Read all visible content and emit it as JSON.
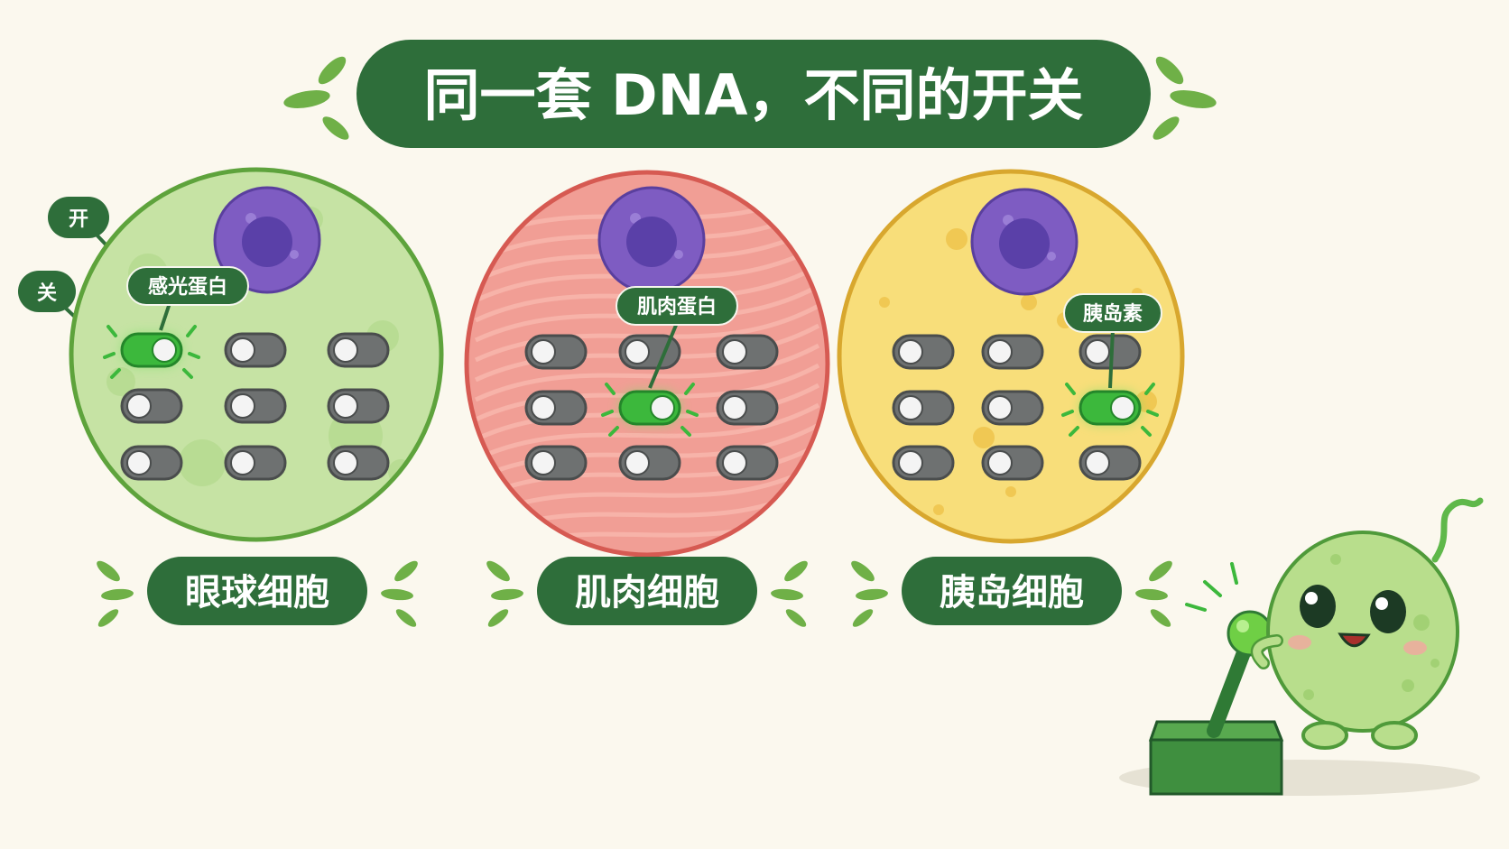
{
  "title": "同一套 DNA，不同的开关",
  "legend": {
    "on": "开",
    "off": "关"
  },
  "cells": [
    {
      "id": "eye",
      "name": "眼球细胞",
      "active_gene": "感光蛋白",
      "active_switch_index": 0,
      "colors": {
        "fill": "#c6e3a4",
        "edge": "#5ea33c"
      }
    },
    {
      "id": "muscle",
      "name": "肌肉细胞",
      "active_gene": "肌肉蛋白",
      "active_switch_index": 4,
      "colors": {
        "fill": "#f19e95",
        "edge": "#d65a52"
      }
    },
    {
      "id": "pancreas",
      "name": "胰岛细胞",
      "active_gene": "胰岛素",
      "active_switch_index": 5,
      "colors": {
        "fill": "#f8de7a",
        "edge": "#d8a72e"
      }
    }
  ],
  "switch_count_per_cell": 9,
  "colors": {
    "primary_green": "#2e6e3a",
    "switch_on": "#3cb83c",
    "switch_off": "#6e7171",
    "nucleus": "#7e5cc2",
    "nucleolus": "#5a40a8",
    "background": "#fbf8ee"
  },
  "mascot": {
    "icon": "cell-mascot-with-lever"
  }
}
